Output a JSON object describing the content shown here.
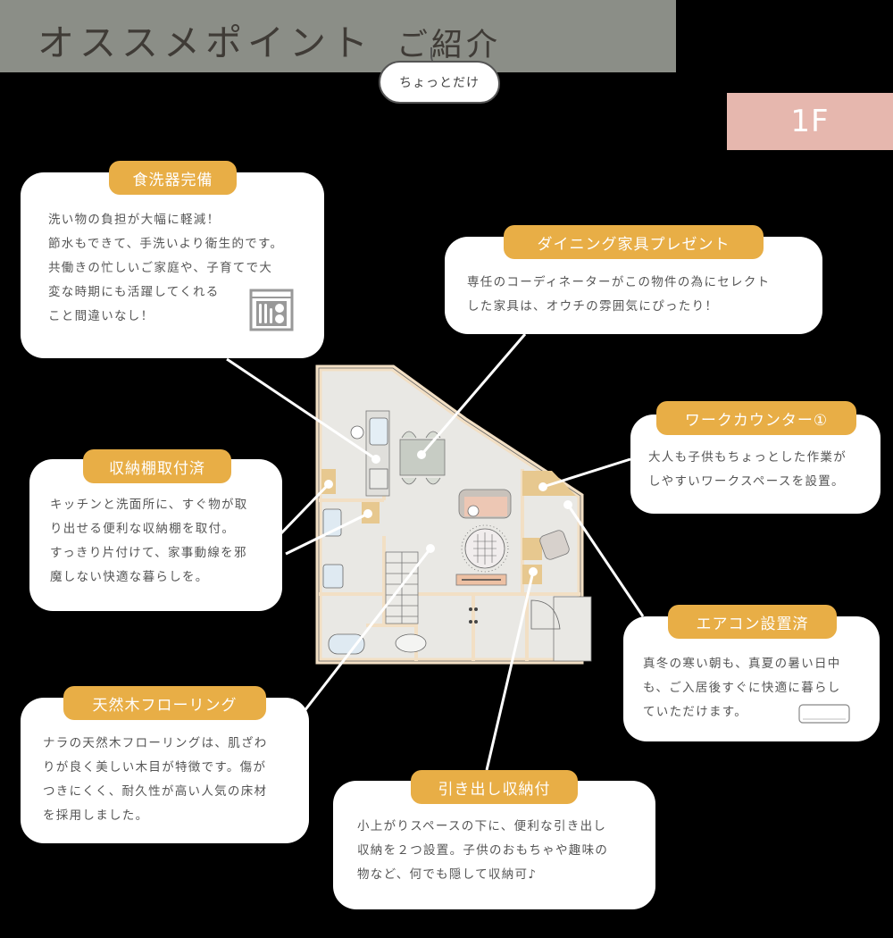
{
  "header": {
    "title_main": "オススメポイント",
    "title_sub": "ご紹介",
    "bubble_text": "ちょっとだけ",
    "title_bg": "#8b8e87"
  },
  "floor_badge": {
    "label": "1F",
    "color": "#e6b7ae"
  },
  "accent_color": "#e8ae46",
  "points": [
    {
      "id": "dishwasher",
      "label": "食洗器完備",
      "body": "洗い物の負担が大幅に軽減！\n節水もできて、手洗いより衛生的です。\n共働きの忙しいご家庭や、子育てで大\n変な時期にも活躍してくれる\nこと間違いなし！",
      "icon": "dishwasher-icon"
    },
    {
      "id": "dining",
      "label": "ダイニング家具プレゼント",
      "body": "専任のコーディネーターがこの物件の為にセレクト\nした家具は、オウチの雰囲気にぴったり！"
    },
    {
      "id": "work-counter",
      "label": "ワークカウンター①",
      "body": "大人も子供もちょっとした作業が\nしやすいワークスペースを設置。"
    },
    {
      "id": "storage-shelf",
      "label": "収納棚取付済",
      "body": "キッチンと洗面所に、すぐ物が取\nり出せる便利な収納棚を取付。\nすっきり片付けて、家事動線を邪\n魔しない快適な暮らしを。"
    },
    {
      "id": "air-conditioner",
      "label": "エアコン設置済",
      "body": "真冬の寒い朝も、真夏の暑い日中\nも、ご入居後すぐに快適に暮らし\nていただけます。",
      "icon": "air-conditioner-icon"
    },
    {
      "id": "flooring",
      "label": "天然木フローリング",
      "body": "ナラの天然木フローリングは、肌ざわ\nりが良く美しい木目が特徴です。傷が\nつきにくく、耐久性が高い人気の床材\nを採用しました。"
    },
    {
      "id": "drawer-storage",
      "label": "引き出し収納付",
      "body": "小上がりスペースの下に、便利な引き出し\n収納を２つ設置。子供のおもちゃや趣味の\n物など、何でも隠して収納可♪"
    }
  ]
}
